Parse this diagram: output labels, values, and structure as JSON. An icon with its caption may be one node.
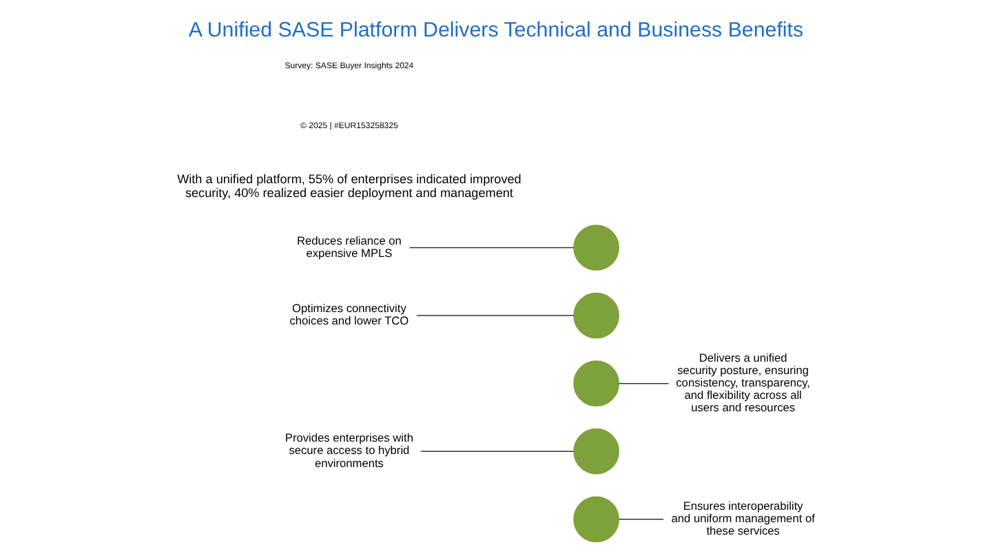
{
  "diagram": {
    "title": "A Unified SASE Platform Delivers Technical and Business Benefits",
    "nodes": [
      {
        "text": [
          "Reduces reliance on expensive MPLS"
        ]
      },
      {
        "text": [],
        "shape": "circle"
      },
      {
        "text": [
          "Optimizes connectivity choices and lower TCO"
        ]
      },
      {
        "text": [],
        "shape": "circle"
      },
      {
        "text": [],
        "shape": "circle"
      },
      {
        "text": [
          "Delivers a unified security posture, ensuring consistency, transparency, and flexibility across all users and resources"
        ]
      },
      {
        "text": [
          "Provides enterprises with secure access to hybrid environments"
        ]
      },
      {
        "text": [],
        "shape": "circle"
      },
      {
        "text": [],
        "shape": "circle"
      },
      {
        "text": [
          "Ensures interoperability and uniform management of these services"
        ]
      }
    ],
    "edges": [
      {
        "from": 0,
        "to": 1,
        "arrow": "none"
      },
      {
        "from": 2,
        "to": 3,
        "arrow": "none"
      },
      {
        "from": 4,
        "to": 5,
        "arrow": "none"
      },
      {
        "from": 6,
        "to": 7,
        "arrow": "none"
      },
      {
        "from": 8,
        "to": 9,
        "arrow": "none"
      }
    ],
    "labels": [
      "With a unified platform, 55% of enterprises indicated improved security, 40% realized easier deployment and management",
      "© 2025 | #EUR153258325",
      "Survey: SASE Buyer Insights 2024"
    ]
  }
}
